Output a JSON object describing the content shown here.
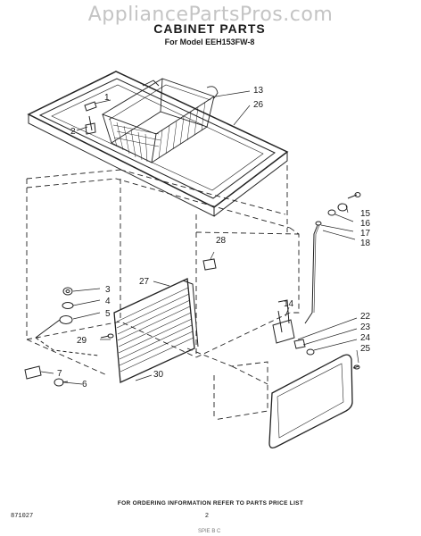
{
  "watermark": "AppliancePartsPros.com",
  "header": {
    "title": "CABINET PARTS",
    "model_line": "For Model EEH153FW-8"
  },
  "callouts": [
    "1",
    "2",
    "3",
    "4",
    "5",
    "6",
    "7",
    "13",
    "14",
    "15",
    "16",
    "17",
    "18",
    "22",
    "23",
    "24",
    "25",
    "26",
    "27",
    "28",
    "29",
    "30"
  ],
  "footer": {
    "note": "FOR ORDERING INFORMATION REFER TO PARTS PRICE LIST",
    "doc_code": "871027",
    "page_number": "2",
    "scrawl": "SPIE  B  C"
  }
}
